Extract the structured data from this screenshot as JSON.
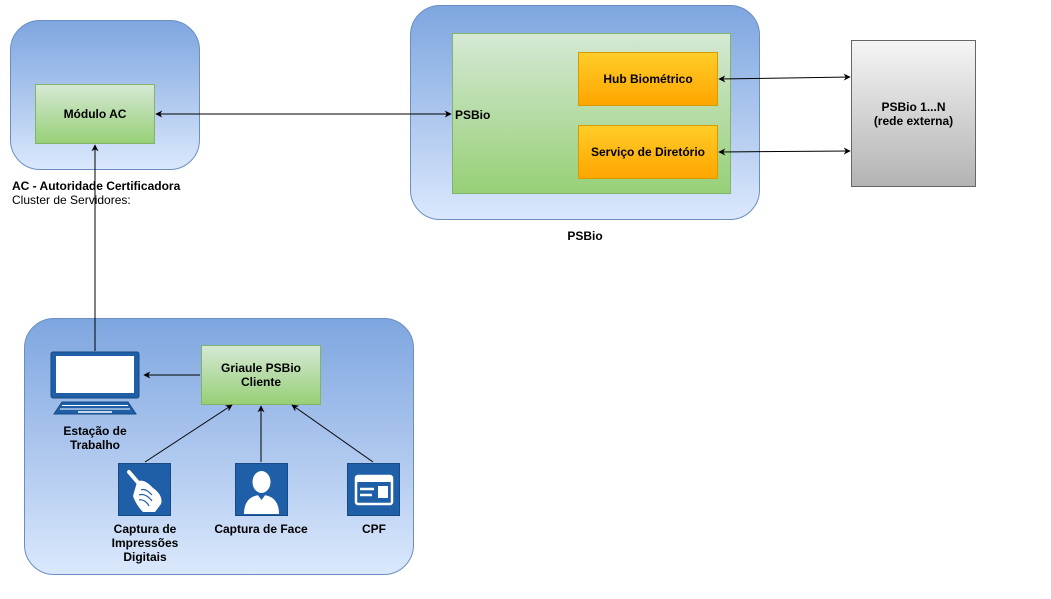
{
  "ac": {
    "module_label": "Módulo AC",
    "caption_title": "AC - Autoridade Certificadora",
    "caption_subtitle": "Cluster de Servidores:"
  },
  "psbio": {
    "inner_label": "PSBio",
    "hub_label": "Hub Biométrico",
    "directory_label": "Serviço de Diretório",
    "container_caption": "PSBio"
  },
  "external": {
    "line1": "PSBio 1...N",
    "line2": "(rede externa)"
  },
  "client": {
    "griaule_line1": "Griaule PSBio",
    "griaule_line2": "Cliente",
    "workstation_line1": "Estação de",
    "workstation_line2": "Trabalho",
    "fingerprint_line1": "Captura de",
    "fingerprint_line2": "Impressões",
    "fingerprint_line3": "Digitais",
    "face_label": "Captura de Face",
    "cpf_label": "CPF"
  },
  "icons": {
    "workstation": "computer-monitor-icon",
    "fingerprint": "fingerprint-touch-icon",
    "face": "user-silhouette-icon",
    "cpf": "id-card-icon"
  },
  "colors": {
    "container_border": "#6c8ebf",
    "green_fill": "#97d077",
    "orange_fill": "#ffa500",
    "gray_fill": "#b3b3b3",
    "icon_tile": "#1f5fa8"
  }
}
